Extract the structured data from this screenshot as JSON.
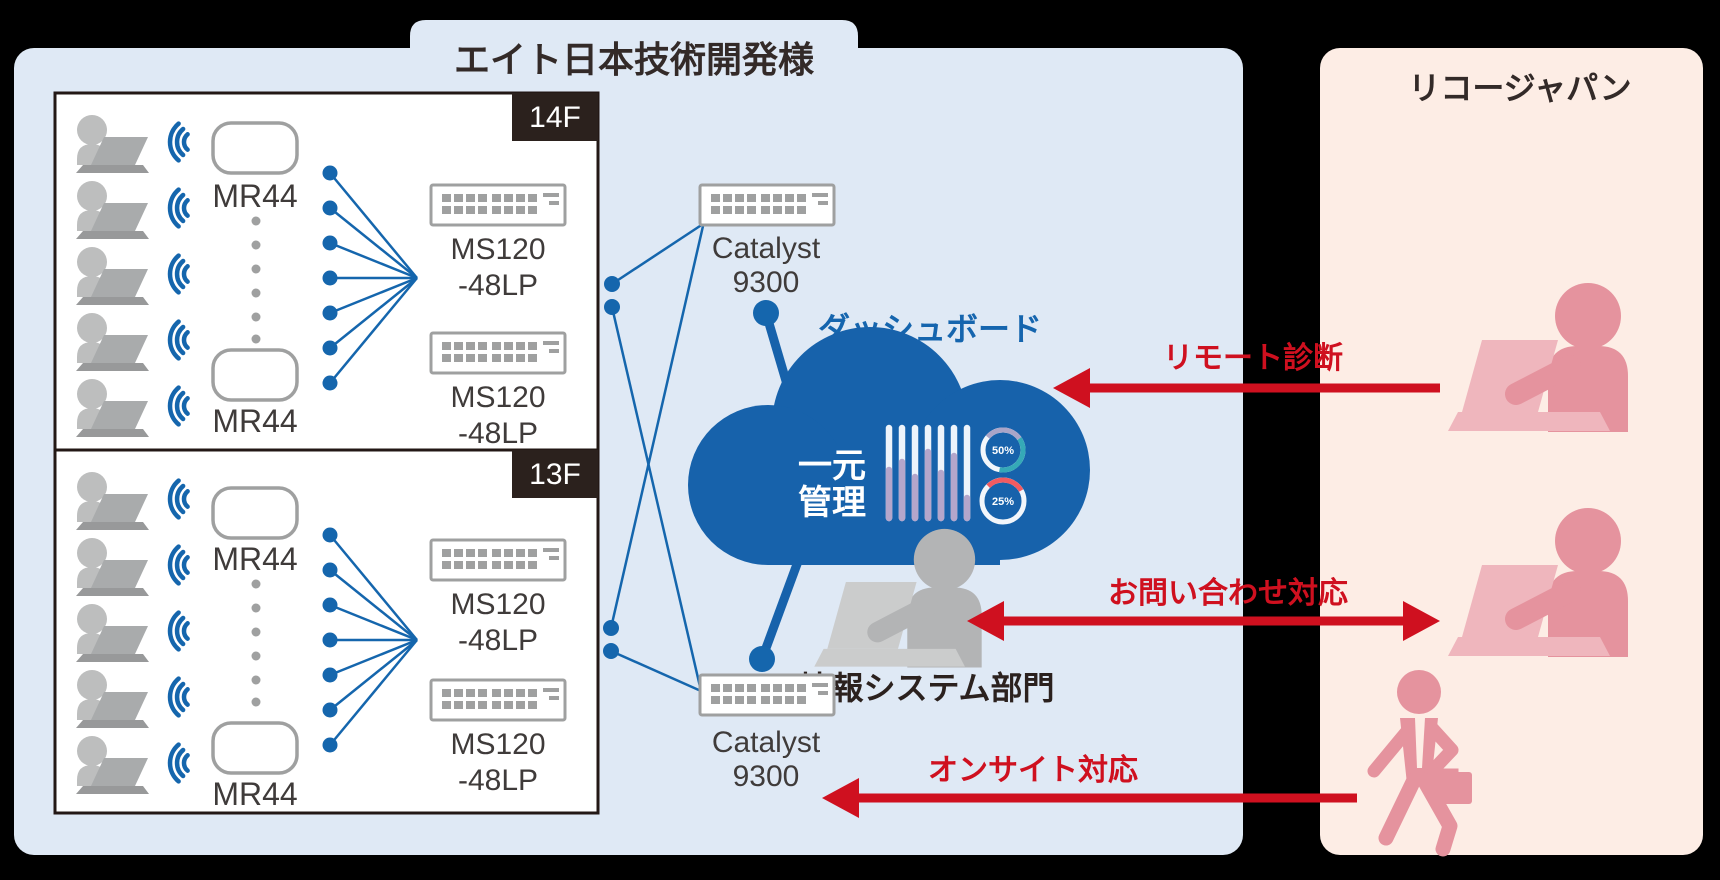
{
  "customer_panel": {
    "title": "エイト日本技術開発様",
    "floors": [
      {
        "label": "14F",
        "ap_label_top": "MR44",
        "ap_label_bottom": "MR44",
        "switch1_line1": "MS120",
        "switch1_line2": "-48LP",
        "switch2_line1": "MS120",
        "switch2_line2": "-48LP"
      },
      {
        "label": "13F",
        "ap_label_top": "MR44",
        "ap_label_bottom": "MR44",
        "switch1_line1": "MS120",
        "switch1_line2": "-48LP",
        "switch2_line1": "MS120",
        "switch2_line2": "-48LP"
      }
    ],
    "core_switch_top_line1": "Catalyst",
    "core_switch_top_line2": "9300",
    "core_switch_bottom_line1": "Catalyst",
    "core_switch_bottom_line2": "9300",
    "cloud": {
      "label": "ダッシュボード",
      "text_line1": "一元",
      "text_line2": "管理",
      "gauge_top": "50%",
      "gauge_bottom": "25%"
    },
    "it_department_label": "情報システム部門"
  },
  "provider_panel": {
    "title": "リコージャパン"
  },
  "arrows": [
    {
      "label": "リモート診断"
    },
    {
      "label": "お問い合わせ対応"
    },
    {
      "label": "オンサイト対応"
    }
  ],
  "colors": {
    "accent_blue": "#1566ad",
    "cloud_blue": "#1762ab",
    "alert_red": "#cf101f",
    "panel_blue": "#dfe9f5",
    "panel_pink": "#fdede5",
    "gauge_teal": "#35a9b7",
    "gauge_lavender": "#aaa5c8",
    "gauge_coral": "#f25b61",
    "bar_purple": "#b4a6cb"
  }
}
